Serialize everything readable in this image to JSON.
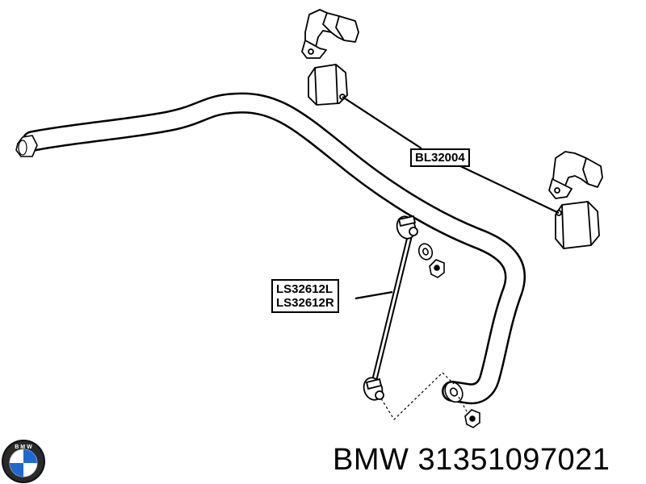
{
  "labels": {
    "bushing": "BL32004",
    "link_left": "LS32612L",
    "link_right": "LS32612R"
  },
  "footer": {
    "brand": "BMW",
    "part_number": "31351097021"
  },
  "logo": {
    "text": "B M W",
    "colors": {
      "blue": "#1c69d4",
      "white": "#ffffff",
      "ring": "#111111"
    }
  }
}
